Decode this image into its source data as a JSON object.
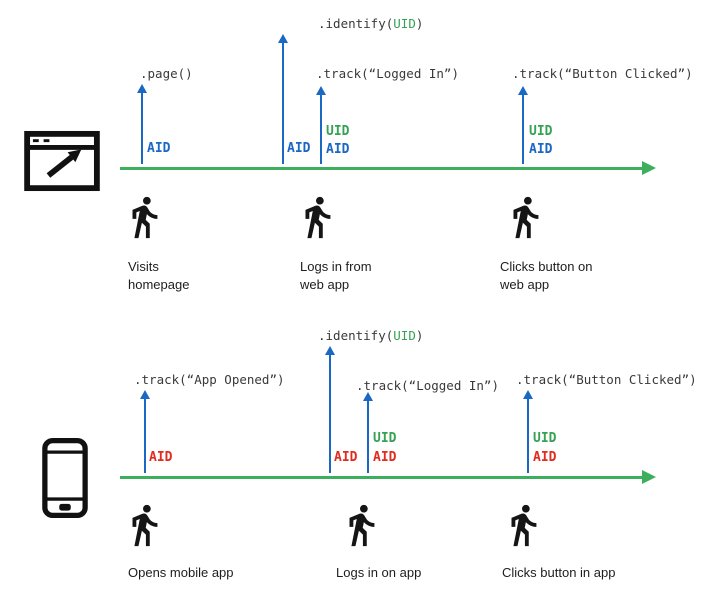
{
  "colors": {
    "timeline_green": "#3cae5c",
    "arrow_blue": "#1a67c4",
    "uid_green": "#35a254",
    "aid_red": "#e02b20",
    "code_text": "#3a3a3a"
  },
  "web": {
    "device_icon": "browser-window-icon",
    "events": [
      {
        "code_pre": ".page()",
        "aid": "AID"
      },
      {
        "code_pre": ".identify(",
        "code_uid": "UID",
        "code_post": ")",
        "aid": "AID"
      },
      {
        "code_pre": ".track(“Logged In”)",
        "uid": "UID",
        "aid": "AID"
      },
      {
        "code_pre": ".track(“Button Clicked”)",
        "uid": "UID",
        "aid": "AID"
      }
    ],
    "actions": [
      {
        "caption": "Visits homepage"
      },
      {
        "caption": "Logs in from web app"
      },
      {
        "caption": "Clicks button on web app"
      }
    ]
  },
  "mobile": {
    "device_icon": "smartphone-icon",
    "events": [
      {
        "code_pre": ".track(“App Opened”)",
        "aid": "AID"
      },
      {
        "code_pre": ".identify(",
        "code_uid": "UID",
        "code_post": ")",
        "aid": "AID"
      },
      {
        "code_pre": ".track(“Logged In”)",
        "uid": "UID",
        "aid": "AID"
      },
      {
        "code_pre": ".track(“Button Clicked”)",
        "uid": "UID",
        "aid": "AID"
      }
    ],
    "actions": [
      {
        "caption": "Opens mobile app"
      },
      {
        "caption": "Logs in on app"
      },
      {
        "caption": "Clicks button in app"
      }
    ]
  }
}
